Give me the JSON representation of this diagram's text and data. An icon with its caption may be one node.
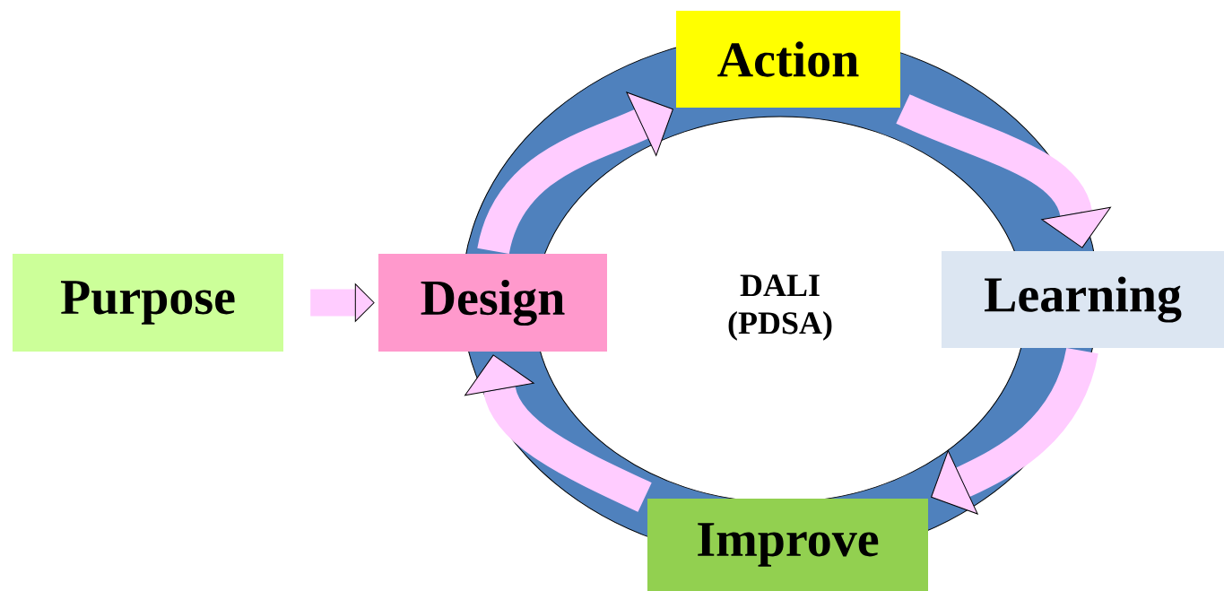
{
  "diagram": {
    "nodes": [
      {
        "text": [
          "Purpose"
        ]
      },
      {
        "text": [
          "Design"
        ]
      },
      {
        "text": [
          "Action"
        ]
      },
      {
        "text": [
          "Learning"
        ]
      },
      {
        "text": [
          "Improve"
        ]
      }
    ],
    "edges": [
      {
        "from": 0,
        "to": 1,
        "arrow": "to"
      },
      {
        "from": 1,
        "to": 2,
        "arrow": "to"
      },
      {
        "from": 2,
        "to": 3,
        "arrow": "to"
      },
      {
        "from": 3,
        "to": 4,
        "arrow": "to"
      },
      {
        "from": 4,
        "to": 1,
        "arrow": "to"
      }
    ],
    "labels": [
      "DALI (PDSA)"
    ]
  }
}
